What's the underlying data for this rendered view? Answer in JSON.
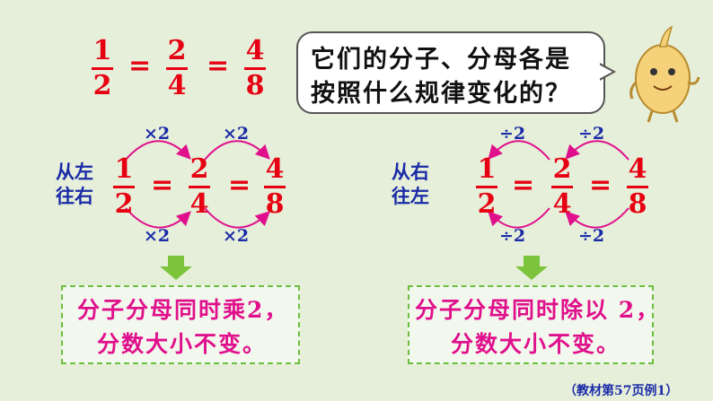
{
  "top_equation": {
    "fractions": [
      {
        "num": "1",
        "den": "2"
      },
      {
        "num": "2",
        "den": "4"
      },
      {
        "num": "4",
        "den": "8"
      }
    ],
    "equals": "="
  },
  "speech_bubble": {
    "line1": "它们的分子、分母各是",
    "line2": "按照什么规律变化的？"
  },
  "left_panel": {
    "direction_line1": "从左",
    "direction_line2": "往右",
    "fractions": [
      {
        "num": "1",
        "den": "2"
      },
      {
        "num": "2",
        "den": "4"
      },
      {
        "num": "4",
        "den": "8"
      }
    ],
    "equals": "=",
    "top_ops": [
      "×2",
      "×2"
    ],
    "bottom_ops": [
      "×2",
      "×2"
    ],
    "conclusion_line1": "分子分母同时乘2，",
    "conclusion_line2": "分数大小不变。"
  },
  "right_panel": {
    "direction_line1": "从右",
    "direction_line2": "往左",
    "fractions": [
      {
        "num": "1",
        "den": "2"
      },
      {
        "num": "2",
        "den": "4"
      },
      {
        "num": "4",
        "den": "8"
      }
    ],
    "equals": "=",
    "top_ops": [
      "÷2",
      "÷2"
    ],
    "bottom_ops": [
      "÷2",
      "÷2"
    ],
    "conclusion_line1": "分子分母同时除以 2，",
    "conclusion_line2": "分数大小不变。"
  },
  "footer": "（教材第57页例1）",
  "colors": {
    "background": "#e6efd9",
    "fraction": "#e60012",
    "operator": "#1a2ba8",
    "arc": "#e0108c",
    "conclusion_text": "#e0108c",
    "conclusion_border": "#6cbf3e",
    "down_arrow": "#7cc43c"
  },
  "icons": [
    "character-mascot-icon",
    "down-arrow-icon"
  ]
}
